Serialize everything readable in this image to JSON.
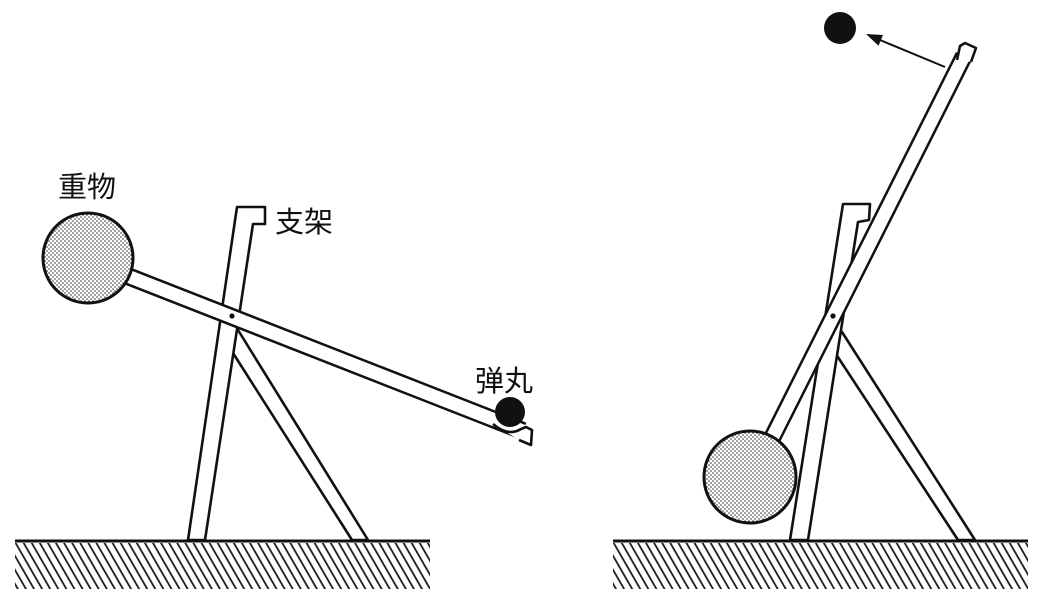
{
  "labels": {
    "weight": "重物",
    "frame": "支架",
    "projectile": "弹丸"
  }
}
